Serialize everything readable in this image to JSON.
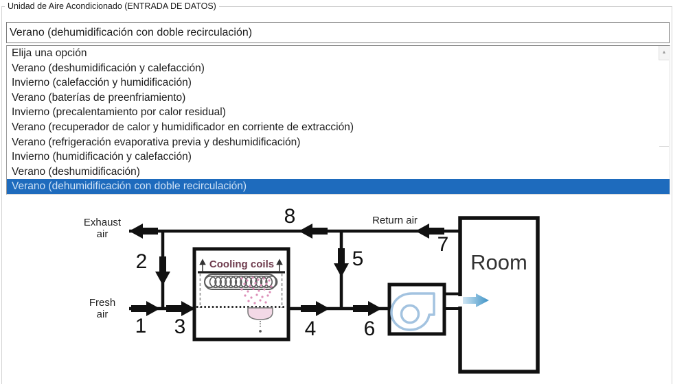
{
  "group_box": {
    "title": "Unidad de Aire Acondicionado (ENTRADA DE DATOS)"
  },
  "combobox": {
    "value": "Verano (dehumidificación con doble recirculación)"
  },
  "listbox": {
    "selected_index": 9,
    "items": [
      {
        "label": "Elija una opción",
        "selected": false
      },
      {
        "label": "Verano (deshumidificación y calefacción)",
        "selected": false
      },
      {
        "label": "Invierno (calefacción y humidificación)",
        "selected": false
      },
      {
        "label": "Verano (baterías de preenfriamiento)",
        "selected": false
      },
      {
        "label": "Invierno (precalentamiento por calor residual)",
        "selected": false
      },
      {
        "label": "Verano (recuperador de calor y humidificador en corriente de extracción)",
        "selected": false
      },
      {
        "label": "Verano (refrigeración evaporativa previa y deshumidificación)",
        "selected": false
      },
      {
        "label": "Invierno (humidificación y calefacción)",
        "selected": false
      },
      {
        "label": "Verano (deshumidificación)",
        "selected": false
      },
      {
        "label": "Verano (dehumidificación con doble recirculación)",
        "selected": true
      }
    ],
    "scrollbar_up_icon": "▲"
  },
  "colors": {
    "selection_bg": "#1e6bbd",
    "selection_text": "#cfe2f6",
    "diagram_line": "#111111",
    "cooling_label": "#6f3c4e",
    "fan_outline": "#a3c3e0",
    "spray_dots": "#dd8fb8",
    "tray_fill": "#f3d9e6",
    "blue_arrow_start": "#cfe5f3",
    "blue_arrow_end": "#3e93c6"
  },
  "diagram": {
    "labels": {
      "exhaust_air": "Exhaust\nair",
      "fresh_air": "Fresh\nair",
      "return_air": "Return air",
      "room": "Room",
      "cooling_coils": "Cooling coils"
    },
    "numbers": {
      "n1": "1",
      "n2": "2",
      "n3": "3",
      "n4": "4",
      "n5": "5",
      "n6": "6",
      "n7": "7",
      "n8": "8"
    }
  }
}
